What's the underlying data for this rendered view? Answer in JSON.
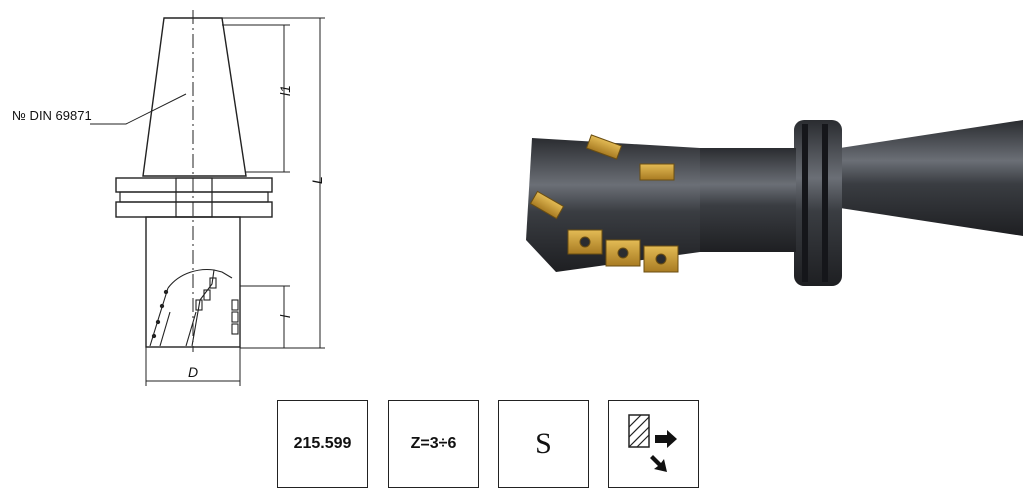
{
  "drawing": {
    "standard_label": "№ DIN 69871",
    "dim_l1": "l1",
    "dim_L": "L",
    "dim_l": "l",
    "dim_D": "D"
  },
  "specs": {
    "code": "215.599",
    "teeth": "Z=3÷6",
    "series": "S",
    "icon": "milling-direction-icon"
  },
  "colors": {
    "line": "#222222",
    "tool_body": "#3a3d42",
    "insert_gold": "#c99a33"
  }
}
